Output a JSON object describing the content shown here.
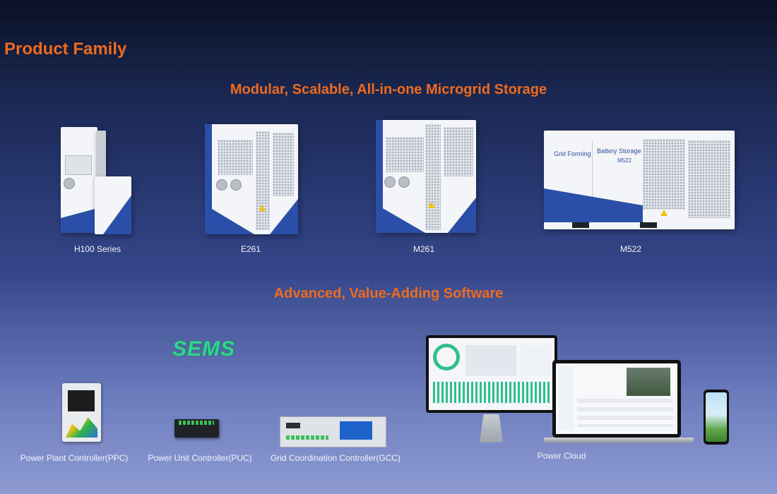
{
  "page_title": "Product Family",
  "sections": {
    "hardware_heading": "Modular, Scalable, All-in-one Microgrid Storage",
    "software_heading": "Advanced, Value-Adding Software"
  },
  "products": [
    {
      "name": "H100 Series"
    },
    {
      "name": "E261"
    },
    {
      "name": "M261"
    },
    {
      "name": "M522"
    }
  ],
  "m522_labels": {
    "grid_forming": "Grid Forming",
    "battery_storage": "Battery Storage",
    "model": "M522"
  },
  "software": {
    "brand": "SEMS",
    "controllers": [
      {
        "name": "Power Plant Controller(PPC)"
      },
      {
        "name": "Power Unit Controller(PUC)"
      },
      {
        "name": "Grid Coordination Controller(GCC)"
      }
    ],
    "cloud": "Power Cloud"
  },
  "colors": {
    "accent": "#ee6b1f",
    "cabinet_blue": "#2b4fa9",
    "sems_green": "#2fd88c"
  }
}
